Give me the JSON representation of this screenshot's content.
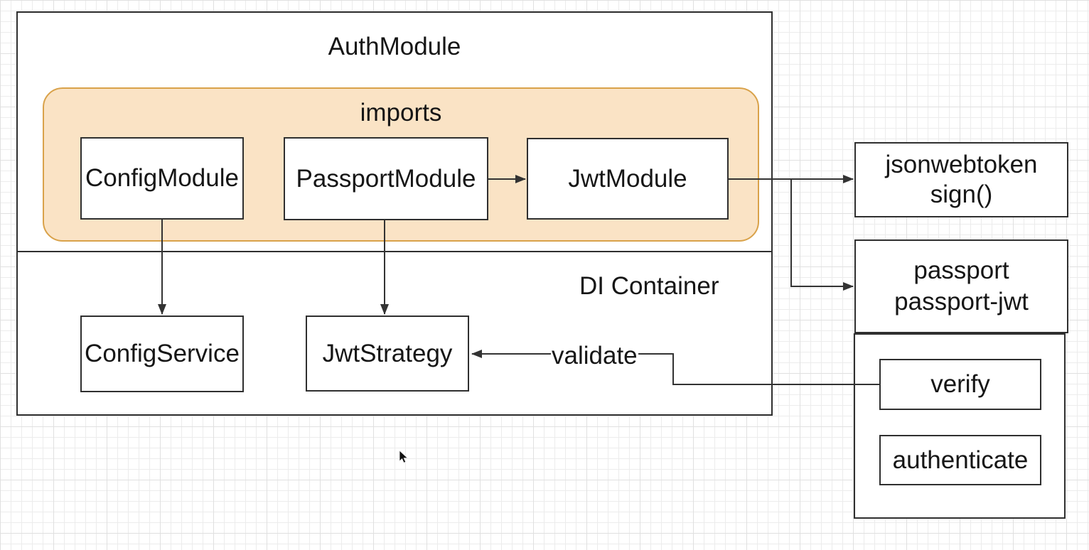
{
  "colors": {
    "imports_fill": "#fae3c5",
    "imports_stroke": "#d9a24a",
    "node_stroke": "#2f2f2f",
    "wire": "#333333",
    "text": "#161616",
    "grid_minor": "#ececec",
    "grid_major": "#e0e0e0"
  },
  "groups": {
    "auth_module": {
      "label": "AuthModule"
    },
    "imports": {
      "label": "imports"
    },
    "di_container": {
      "label": "DI Container"
    }
  },
  "nodes": {
    "config_module": {
      "label": "ConfigModule"
    },
    "passport_module": {
      "label": "PassportModule"
    },
    "jwt_module": {
      "label": "JwtModule"
    },
    "config_service": {
      "label": "ConfigService"
    },
    "jwt_strategy": {
      "label": "JwtStrategy"
    },
    "jsonwebtoken": {
      "line1": "jsonwebtoken",
      "line2": "sign()"
    },
    "passport_lib": {
      "line1": "passport",
      "line2": "passport-jwt"
    },
    "verify": {
      "label": "verify"
    },
    "authenticate": {
      "label": "authenticate"
    }
  },
  "edges": {
    "validate": {
      "label": "validate"
    }
  }
}
